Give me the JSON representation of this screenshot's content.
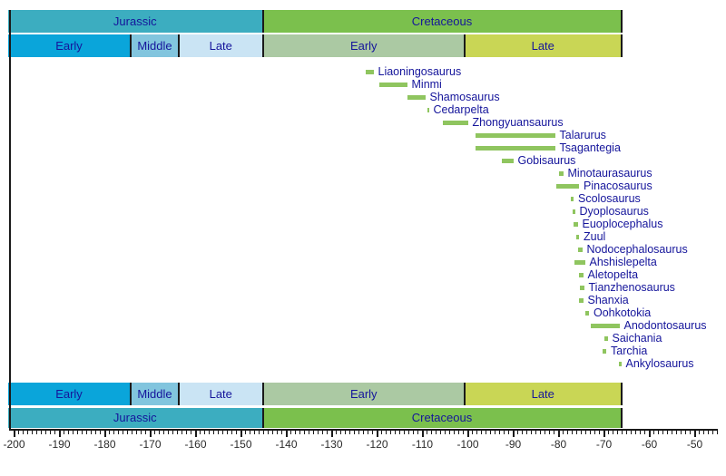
{
  "chart_data": {
    "type": "bar",
    "subtype": "geologic-timeline",
    "title": "",
    "legend": null,
    "grid": false,
    "colors": {
      "band_label": "#15159b",
      "taxon_label": "#15159b",
      "taxon_bar": "#8fc55f",
      "axis_label": "#2b2b2b",
      "divider": "#1a1a1a"
    },
    "periods": [
      {
        "name": "Jurassic",
        "start": -201.3,
        "end": -145,
        "color": "#3cadc0"
      },
      {
        "name": "Cretaceous",
        "start": -145,
        "end": -66,
        "color": "#7bc04d"
      }
    ],
    "epochs": [
      {
        "name": "Early",
        "start": -201.3,
        "end": -174.1,
        "color": "#0aa5da"
      },
      {
        "name": "Middle",
        "start": -174.1,
        "end": -163.5,
        "color": "#82c5de"
      },
      {
        "name": "Late",
        "start": -163.5,
        "end": -145,
        "color": "#cae4f4"
      },
      {
        "name": "Early",
        "start": -145,
        "end": -100.5,
        "color": "#abc9a3"
      },
      {
        "name": "Late",
        "start": -100.5,
        "end": -66,
        "color": "#c9d655"
      }
    ],
    "taxa": [
      {
        "name": "Liaoningosaurus",
        "start": -122.5,
        "end": -120.8
      },
      {
        "name": "Minmi",
        "start": -119.6,
        "end": -113.4
      },
      {
        "name": "Shamosaurus",
        "start": -113.4,
        "end": -109.4
      },
      {
        "name": "Cedarpelta",
        "start": -109.0,
        "end": -108.6
      },
      {
        "name": "Zhongyuansaurus",
        "start": -105.5,
        "end": -100.0
      },
      {
        "name": "Talarurus",
        "start": -98.3,
        "end": -80.8
      },
      {
        "name": "Tsagantegia",
        "start": -98.3,
        "end": -80.8
      },
      {
        "name": "Gobisaurus",
        "start": -92.5,
        "end": -90.0
      },
      {
        "name": "Minotaurasaurus",
        "start": -80.0,
        "end": -79.0
      },
      {
        "name": "Pinacosaurus",
        "start": -80.5,
        "end": -75.5
      },
      {
        "name": "Scolosaurus",
        "start": -77.3,
        "end": -76.7
      },
      {
        "name": "Dyoplosaurus",
        "start": -77.0,
        "end": -76.4
      },
      {
        "name": "Euoplocephalus",
        "start": -76.7,
        "end": -75.8
      },
      {
        "name": "Zuul",
        "start": -76.2,
        "end": -75.5
      },
      {
        "name": "Nodocephalosaurus",
        "start": -75.7,
        "end": -74.8
      },
      {
        "name": "Ahshislepelta",
        "start": -76.5,
        "end": -74.2
      },
      {
        "name": "Aletopelta",
        "start": -75.5,
        "end": -74.6
      },
      {
        "name": "Tianzhenosaurus",
        "start": -75.3,
        "end": -74.4
      },
      {
        "name": "Shanxia",
        "start": -75.5,
        "end": -74.6
      },
      {
        "name": "Oohkotokia",
        "start": -74.2,
        "end": -73.3
      },
      {
        "name": "Anodontosaurus",
        "start": -73.0,
        "end": -66.6
      },
      {
        "name": "Saichania",
        "start": -70.0,
        "end": -69.2
      },
      {
        "name": "Tarchia",
        "start": -70.4,
        "end": -69.5
      },
      {
        "name": "Ankylosaurus",
        "start": -66.7,
        "end": -66.2
      }
    ],
    "axis": {
      "labeled_ticks": [
        -200,
        -190,
        -180,
        -170,
        -160,
        -150,
        -140,
        -130,
        -120,
        -110,
        -100,
        -90,
        -80,
        -70,
        -60,
        -50
      ],
      "minor_tick_interval": 1,
      "minor_tick_range": [
        -200,
        -45
      ],
      "xlim": [
        -201.3,
        -45
      ]
    }
  }
}
